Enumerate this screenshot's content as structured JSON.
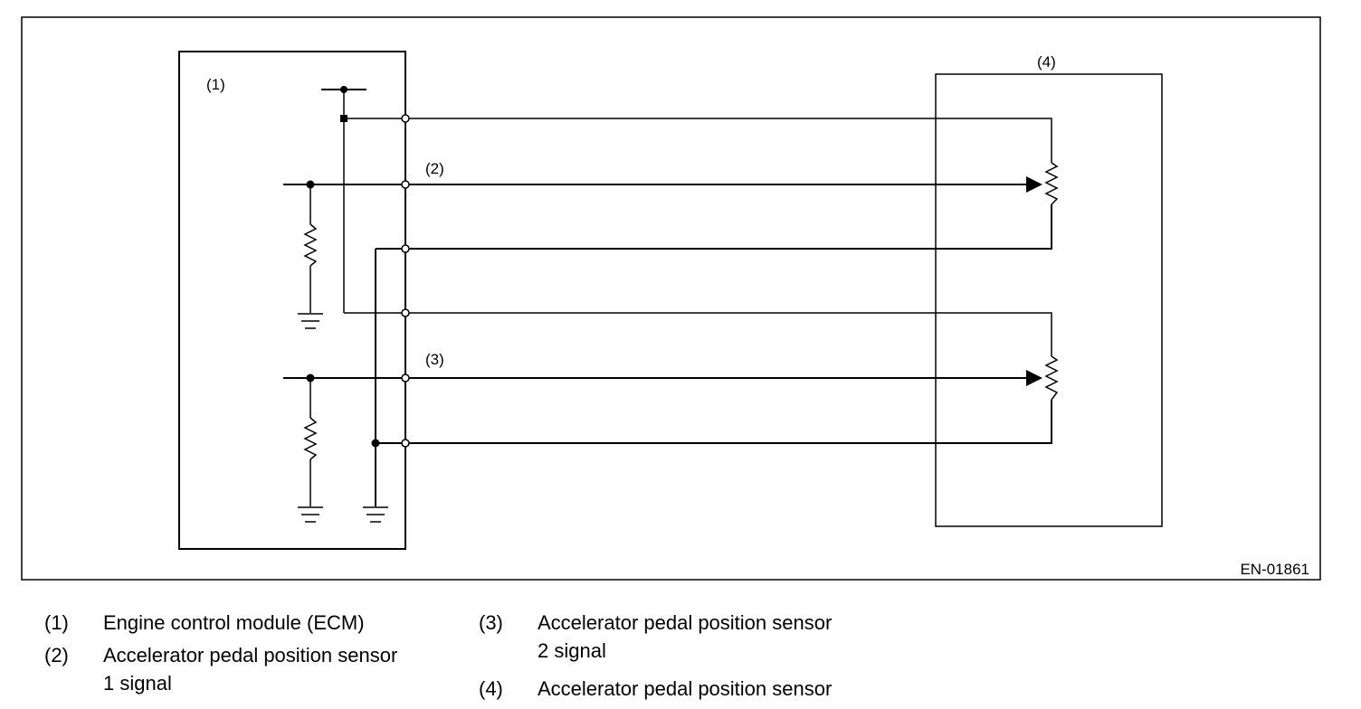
{
  "diagram": {
    "callouts": {
      "ecm": "(1)",
      "sensor1_signal": "(2)",
      "sensor2_signal": "(3)",
      "sensor": "(4)"
    },
    "figure_code": "EN-01861"
  },
  "legend": [
    {
      "num": "(1)",
      "lines": [
        "Engine control module (ECM)"
      ]
    },
    {
      "num": "(2)",
      "lines": [
        "Accelerator pedal position sensor",
        "1 signal"
      ]
    },
    {
      "num": "(3)",
      "lines": [
        "Accelerator pedal position sensor",
        "2 signal"
      ]
    },
    {
      "num": "(4)",
      "lines": [
        "Accelerator pedal position sensor"
      ]
    }
  ]
}
